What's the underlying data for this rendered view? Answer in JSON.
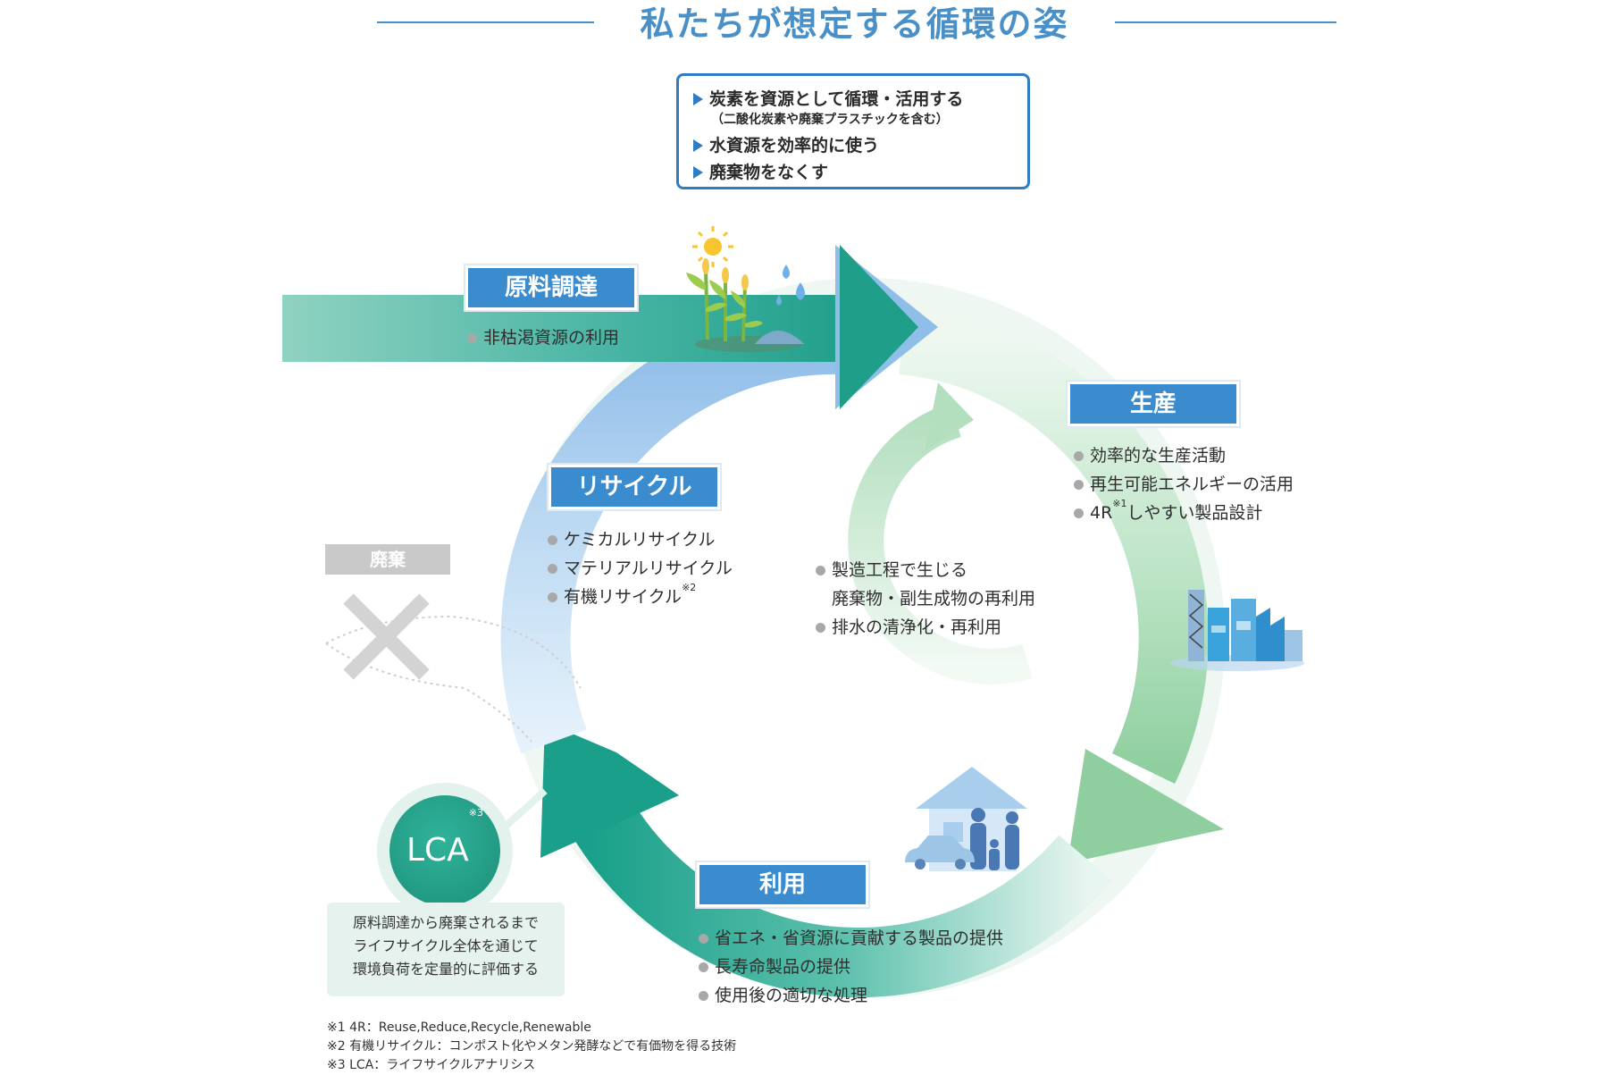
{
  "title": "私たちが想定する循環の姿",
  "goals": [
    {
      "text": "炭素を資源として循環・活用する",
      "sub": "（二酸化炭素や廃棄プラスチックを含む）"
    },
    {
      "text": "水資源を効率的に使う",
      "sub": ""
    },
    {
      "text": "廃棄物をなくす",
      "sub": ""
    }
  ],
  "stages": {
    "procurement": {
      "label": "原料調達",
      "items": [
        "非枯渇資源の利用"
      ]
    },
    "production": {
      "label": "生産",
      "items": [
        "効率的な生産活動",
        "再生可能エネルギーの活用"
      ],
      "item_4r_prefix": "4R",
      "item_4r_mark": "※1",
      "item_4r_suffix": "しやすい製品設計"
    },
    "recycle": {
      "label": "リサイクル",
      "items": [
        "ケミカルリサイクル",
        "マテリアルリサイクル"
      ],
      "item_organic": "有機リサイクル",
      "item_organic_mark": "※2"
    },
    "use": {
      "label": "利用",
      "items": [
        "省エネ・省資源に貢献する製品の提供",
        "長寿命製品の提供",
        "使用後の適切な処理"
      ]
    }
  },
  "inner_loop": {
    "items": [
      "製造工程で生じる",
      "廃棄物・副生成物の再利用",
      "排水の清浄化・再利用"
    ]
  },
  "waste": {
    "label": "廃棄"
  },
  "lca": {
    "label": "LCA",
    "mark": "※3",
    "description": [
      "原料調達から廃棄されるまで",
      "ライフサイクル全体を通じて",
      "環境負荷を定量的に評価する"
    ]
  },
  "notes": [
    "※1 4R：Reuse,Reduce,Recycle,Renewable",
    "※2 有機リサイクル：コンポスト化やメタン発酵などで有価物を得る技術",
    "※3 LCA：ライフサイクルアナリシス"
  ],
  "icons": [
    "sun-icon",
    "crop-plant-icon",
    "water-drop-icon",
    "factory-icon",
    "house-family-icon",
    "car-icon",
    "cross-icon",
    "triangle-bullet-icon"
  ],
  "colors": {
    "accent_blue": "#3a8ccf",
    "title_blue": "#4a90c8",
    "teal": "#1f9e8a",
    "green_ring": "#8fcf9f",
    "light_ring": "#e8f4ec"
  }
}
